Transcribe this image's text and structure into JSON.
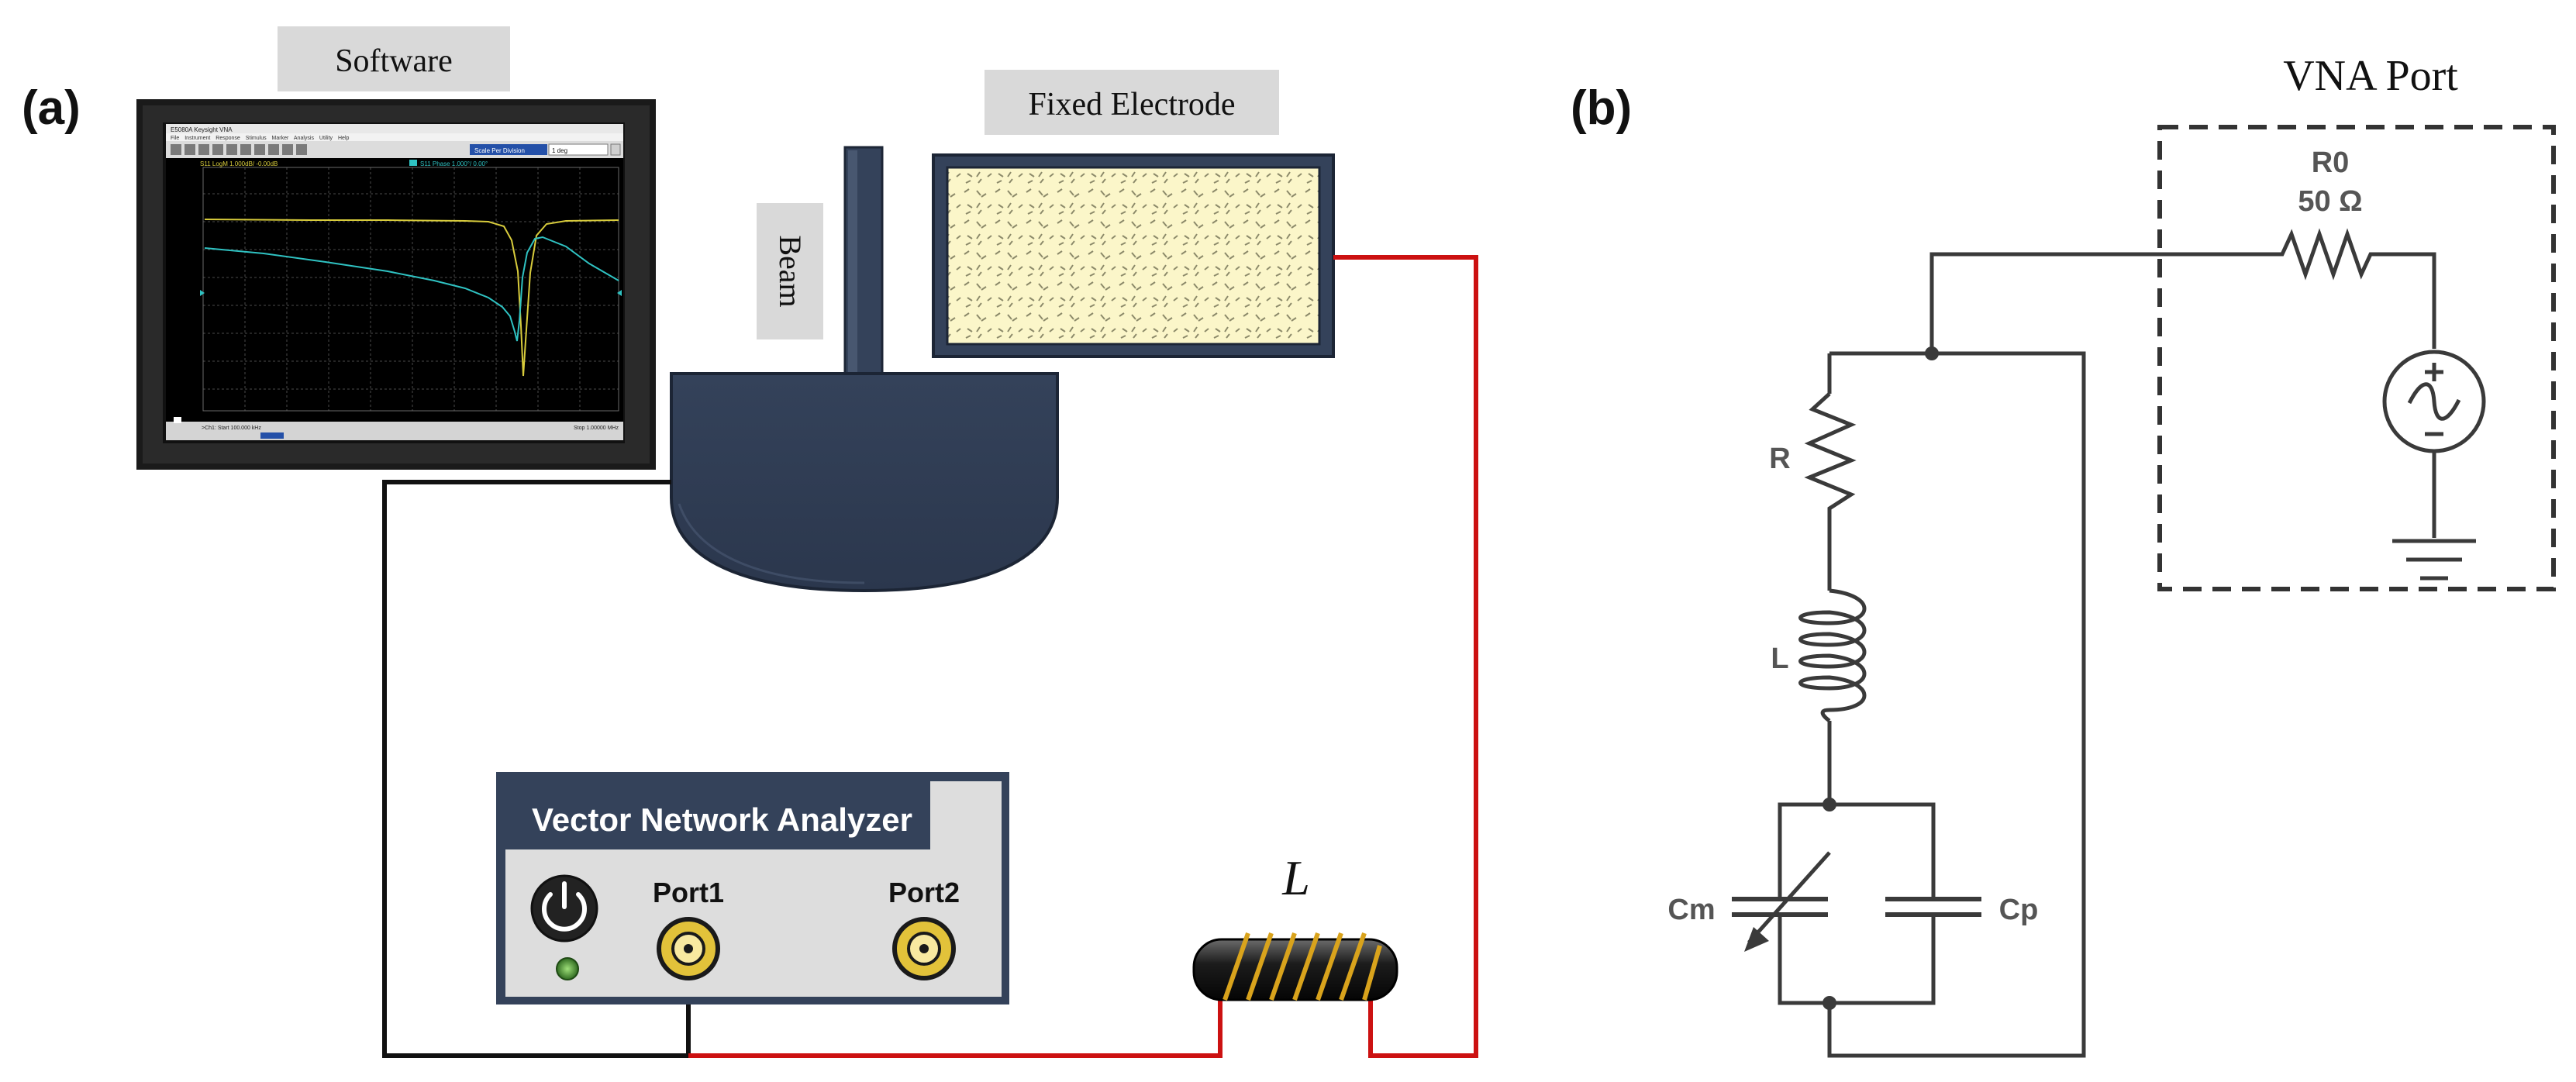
{
  "panel_a": {
    "label": "(a)",
    "software_label": "Software",
    "beam_label": "Beam",
    "fixed_electrode_label": "Fixed Electrode",
    "vna": {
      "title": "Vector Network Analyzer",
      "port1_label": "Port1",
      "port2_label": "Port2"
    },
    "inductor_label": "L",
    "wire_colors": {
      "ground": "#111111",
      "signal": "#cc1111"
    },
    "screen": {
      "window_title": "E5080A Keysight VNA",
      "menu_items": [
        "File",
        "Instrument",
        "Response",
        "Stimulus",
        "Marker",
        "Analysis",
        "Utility",
        "Help"
      ],
      "scale_label": "Scale Per Division",
      "scale_value": "1 deg",
      "trace1_label": "S11 LogM 1.000dB/ -0.00dB",
      "trace2_label": "S11 Phase 1.000°/ 0.00°",
      "start_text": ">Ch1: Start 100.000 kHz",
      "stop_text": "Stop 1.00000 MHz",
      "trace_colors": {
        "magnitude": "#d8cc3c",
        "phase": "#2fc2c2"
      }
    }
  },
  "panel_b": {
    "label": "(b)",
    "vna_port_label": "VNA Port",
    "r0_label": "R0",
    "r0_value": "50 Ω",
    "r_label": "R",
    "l_label": "L",
    "cm_label": "Cm",
    "cp_label": "Cp"
  }
}
